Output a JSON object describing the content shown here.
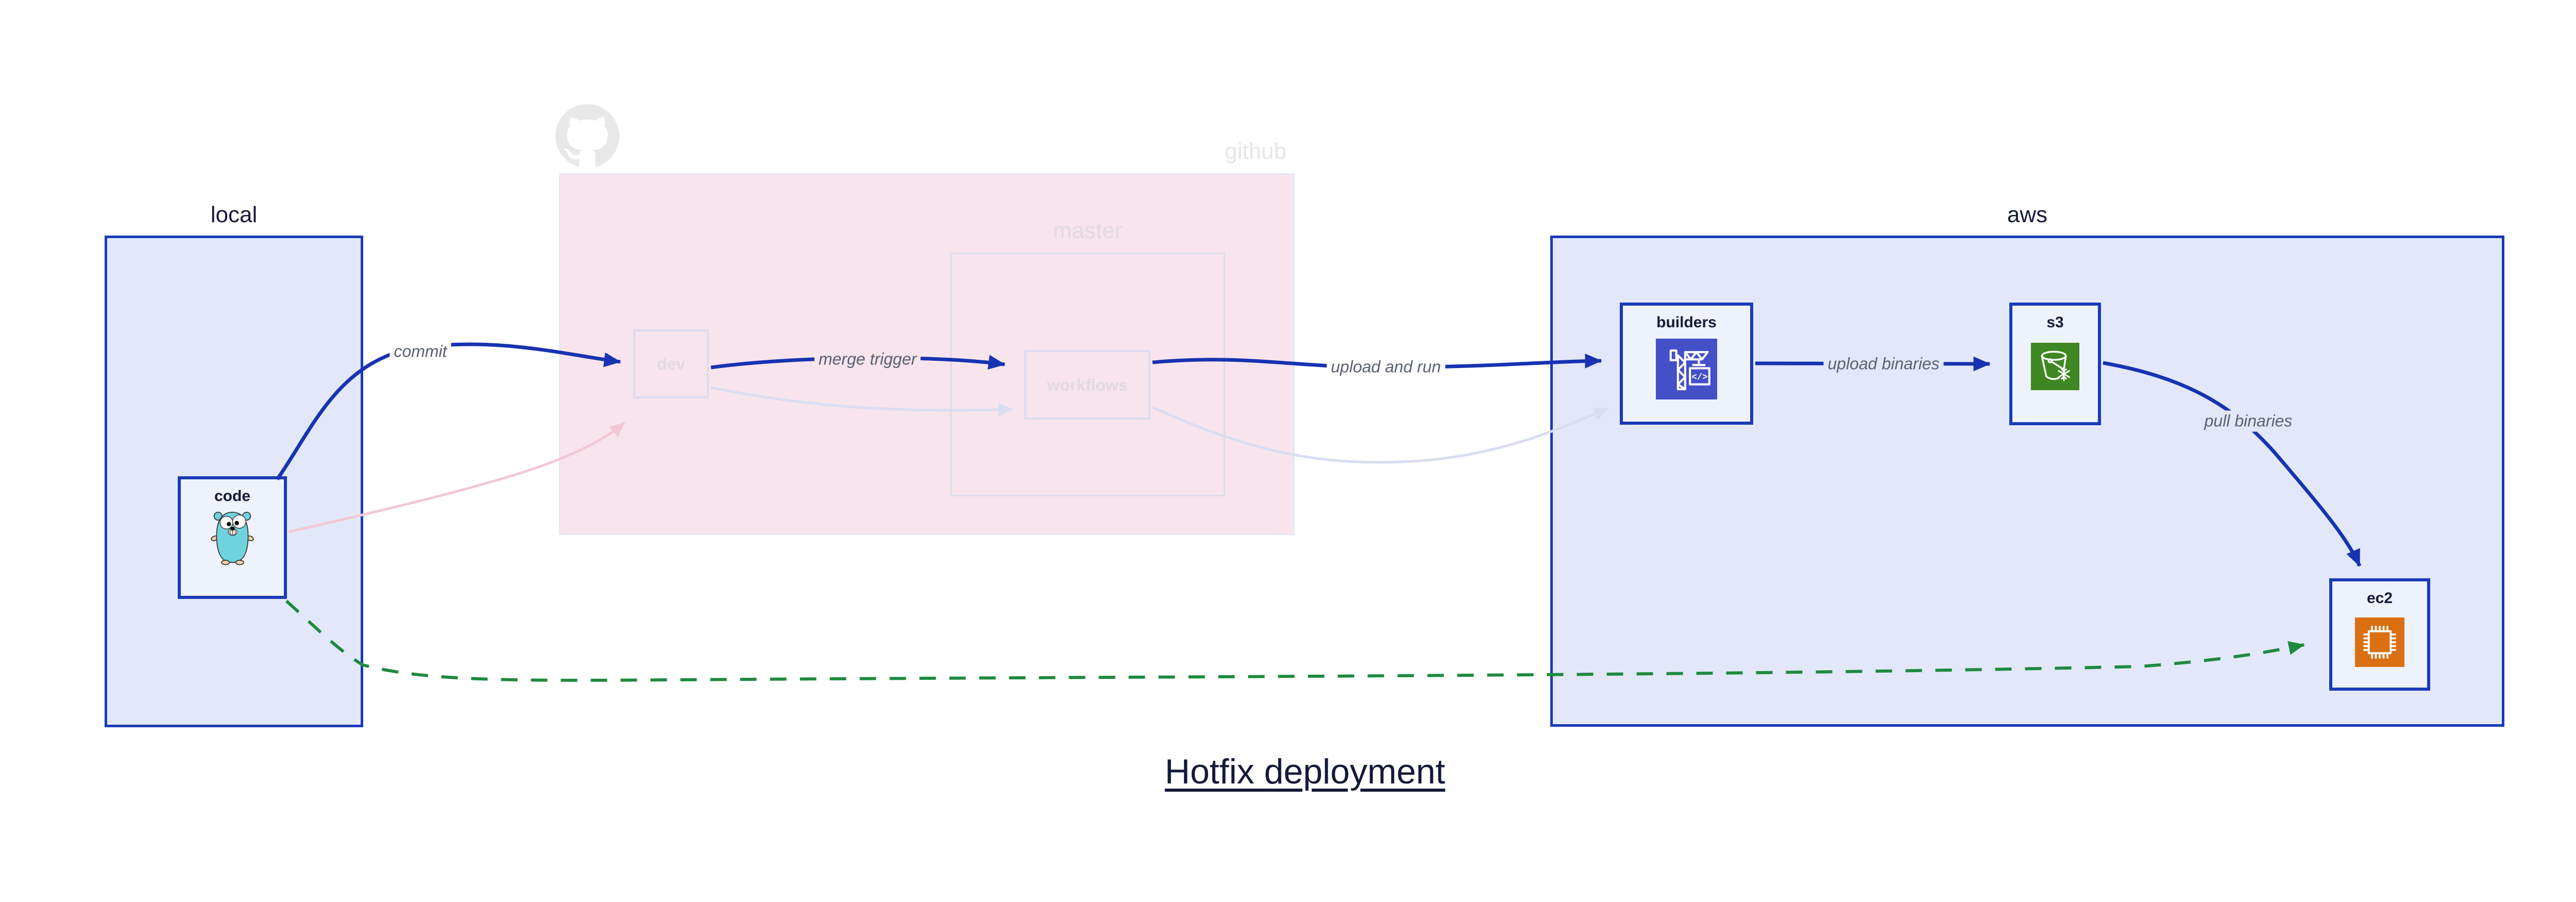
{
  "title": {
    "text": "Hotfix deployment"
  },
  "zones": {
    "local": {
      "label": "local"
    },
    "github": {
      "label": "github",
      "icon": "github-octocat-icon"
    },
    "master": {
      "label": "master"
    },
    "aws": {
      "label": "aws"
    }
  },
  "nodes": {
    "code": {
      "label": "code",
      "icon": "go-gopher-icon"
    },
    "dev": {
      "label": "dev"
    },
    "workflows": {
      "label": "workflows"
    },
    "builders": {
      "label": "builders",
      "icon": "aws-codebuild-icon",
      "icon_glyph": "</>"
    },
    "s3": {
      "label": "s3",
      "icon": "aws-s3-glacier-bucket-icon"
    },
    "ec2": {
      "label": "ec2",
      "icon": "aws-ec2-chip-icon"
    }
  },
  "edges": [
    {
      "id": "commit",
      "label": "commit",
      "from": "code",
      "to": "dev",
      "style": "solid-bold",
      "color_key": "edge_blue"
    },
    {
      "id": "merge-trigger",
      "label": "merge trigger",
      "from": "dev",
      "to": "workflows",
      "style": "solid-bold",
      "color_key": "edge_blue"
    },
    {
      "id": "upload-and-run",
      "label": "upload and run",
      "from": "workflows",
      "to": "builders",
      "style": "solid-bold",
      "color_key": "edge_blue"
    },
    {
      "id": "upload-binaries",
      "label": "upload binaries",
      "from": "builders",
      "to": "s3",
      "style": "solid-bold",
      "color_key": "edge_blue"
    },
    {
      "id": "pull-binaries",
      "label": "pull binaries",
      "from": "s3",
      "to": "ec2",
      "style": "solid-bold",
      "color_key": "edge_blue"
    },
    {
      "id": "code-to-dev-faded",
      "label": "",
      "from": "code",
      "to": "dev",
      "style": "faded",
      "color_key": "edge_pink_faded"
    },
    {
      "id": "dev-to-workflows-faded",
      "label": "",
      "from": "dev",
      "to": "workflows",
      "style": "faded",
      "color_key": "edge_lavender_faded"
    },
    {
      "id": "workflows-to-builders-faded",
      "label": "",
      "from": "workflows",
      "to": "builders",
      "style": "faded",
      "color_key": "edge_lavender_faded"
    },
    {
      "id": "hotfix-dashed",
      "label": "",
      "from": "code",
      "to": "ec2",
      "style": "dashed",
      "color_key": "edge_green"
    }
  ],
  "colors": {
    "edge_blue": "#1733B2",
    "edge_green": "#1E8A3E",
    "edge_pink_faded": "#F2C8D6",
    "edge_lavender_faded": "#D9DDF2",
    "border_blue": "#1A3BB8",
    "border_faded": "#DDDCEE",
    "zone_blue_fill": "#E2E8F9",
    "zone_pink_fill": "#F8E4EC",
    "node_fill": "#EEF2FC",
    "github_zone_border": "#E4E8F6",
    "ink": "#141A38",
    "ink_faded": "#E2DAE3",
    "ink_github": "#E6E6EA",
    "edge_label": "#5A6170",
    "octocat_gray": "#E8E8E8",
    "codebuild_indigo": "#4450C8",
    "s3_green": "#3F8722",
    "ec2_orange": "#DB7013",
    "gopher_teal": "#6FD3DE",
    "gopher_beige": "#F6CFA4"
  }
}
